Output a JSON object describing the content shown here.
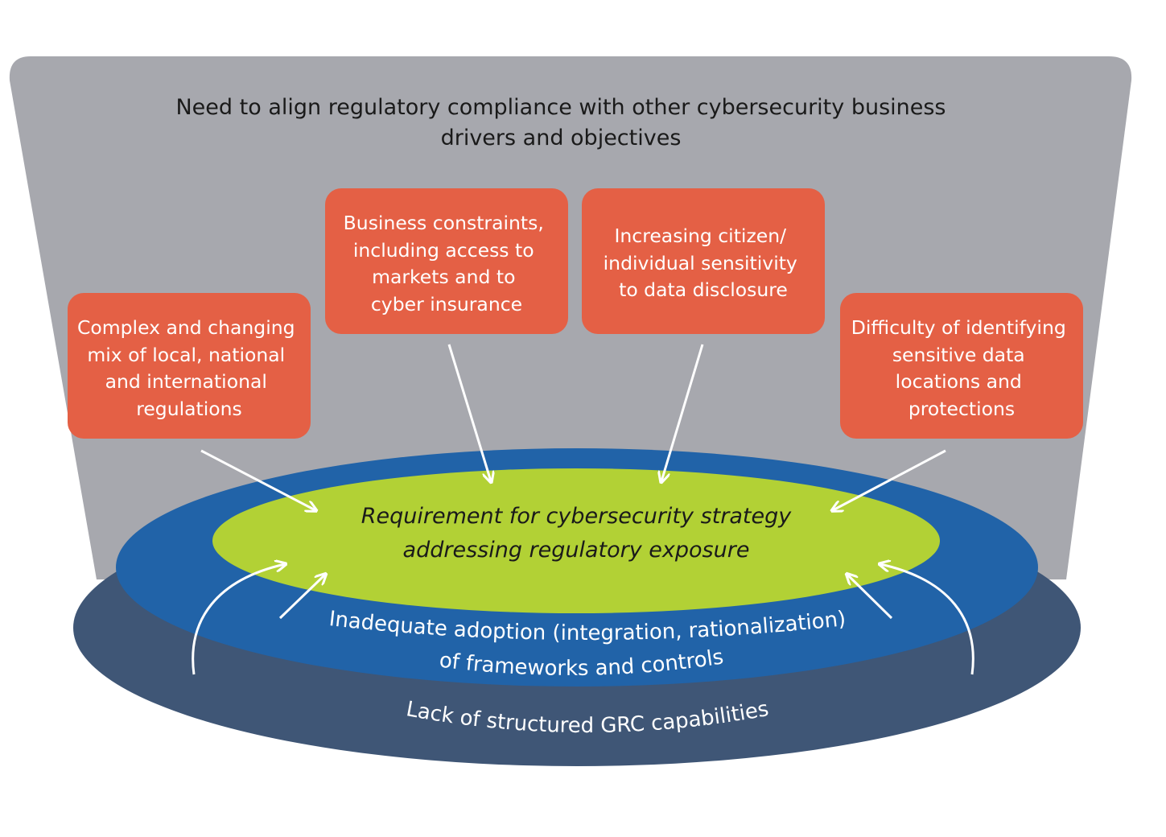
{
  "title": {
    "line1": "Need to align regulatory compliance with other cybersecurity business",
    "line2": "drivers and objectives"
  },
  "drivers": [
    {
      "lines": [
        "Complex and changing",
        "mix of local, national",
        "and international",
        "regulations"
      ]
    },
    {
      "lines": [
        "Business constraints,",
        "including access to",
        "markets and to",
        "cyber insurance"
      ]
    },
    {
      "lines": [
        "Increasing citizen/",
        "individual sensitivity",
        "to data disclosure"
      ]
    },
    {
      "lines": [
        "Difficulty of identifying",
        "sensitive data",
        "locations and",
        "protections"
      ]
    }
  ],
  "center": {
    "line1": "Requirement for cybersecurity strategy",
    "line2": "addressing regulatory exposure"
  },
  "middle_ring": {
    "line1": "Inadequate adoption (integration, rationalization)",
    "line2": "of frameworks and controls"
  },
  "outer_ring": {
    "label": "Lack of structured GRC capabilities"
  },
  "colors": {
    "funnel": "#a7a8ae",
    "driver_box": "#e46045",
    "center": "#b2d135",
    "middle_ring": "#2163a8",
    "outer_ring": "#3f5676",
    "arrow": "#ffffff"
  }
}
